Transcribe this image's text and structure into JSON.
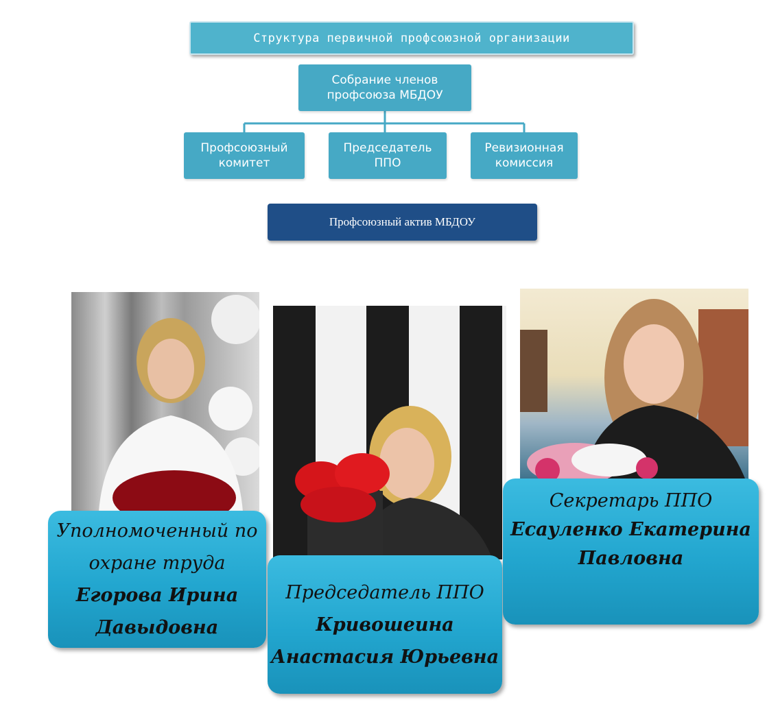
{
  "title": "Структура первичной профсоюзной организации",
  "org_chart": {
    "root": "Собрание членов\nпрофсоюза МБДОУ",
    "children": [
      "Профсоюзный\nкомитет",
      "Председатель\nППО",
      "Ревизионная\nкомиссия"
    ],
    "active": "Профсоюзный актив МБДОУ"
  },
  "people": [
    {
      "role": "Уполномоченный по\nохране труда",
      "name": "Егорова Ирина\nДавыдовна"
    },
    {
      "role": "Председатель ППО",
      "name": "Кривошеина\nАнастасия Юрьевна"
    },
    {
      "role": "Секретарь ППО",
      "name": "Есауленко Екатерина\nПавловна"
    }
  ],
  "colors": {
    "box": "#46a9c5",
    "active_box": "#1f4e87",
    "card": "#22a6cf"
  }
}
